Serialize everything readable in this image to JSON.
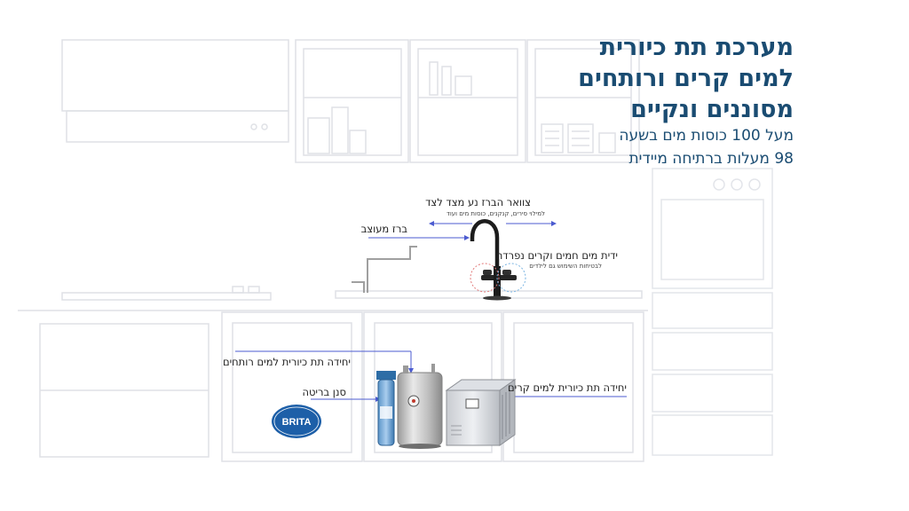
{
  "headline": {
    "line1": "מערכת תת כיורית",
    "line2": "למים קרים ורותחים",
    "line3": "מסוננים ונקיים"
  },
  "features": {
    "line1": "מעל 100 כוסות מים בשעה",
    "line2": "98 מעלות ברתיחה מיידית"
  },
  "labels": {
    "swivel_title": "צוואר הברז נע מצד לצד",
    "swivel_sub": "למילוי סירים, קנקנים, כוסות מים ועוד",
    "design_faucet": "ברז מעוצב",
    "handle_title": "ידית מים חמים וקרים נפרדת",
    "handle_sub": "לבטיחות השימוש גם לילדים",
    "boiling_unit": "יחידה תת כיורית למים רותחים",
    "brita_filter": "סנן בריטה",
    "cold_unit": "יחידה תת כיורית למים קרים"
  },
  "brand": {
    "logo_text": "BRITA",
    "color": "#1d5fa8"
  },
  "colors": {
    "headline": "#1a4c72",
    "arrow": "#4b5bd0",
    "sketch": "#dfe1e6"
  }
}
